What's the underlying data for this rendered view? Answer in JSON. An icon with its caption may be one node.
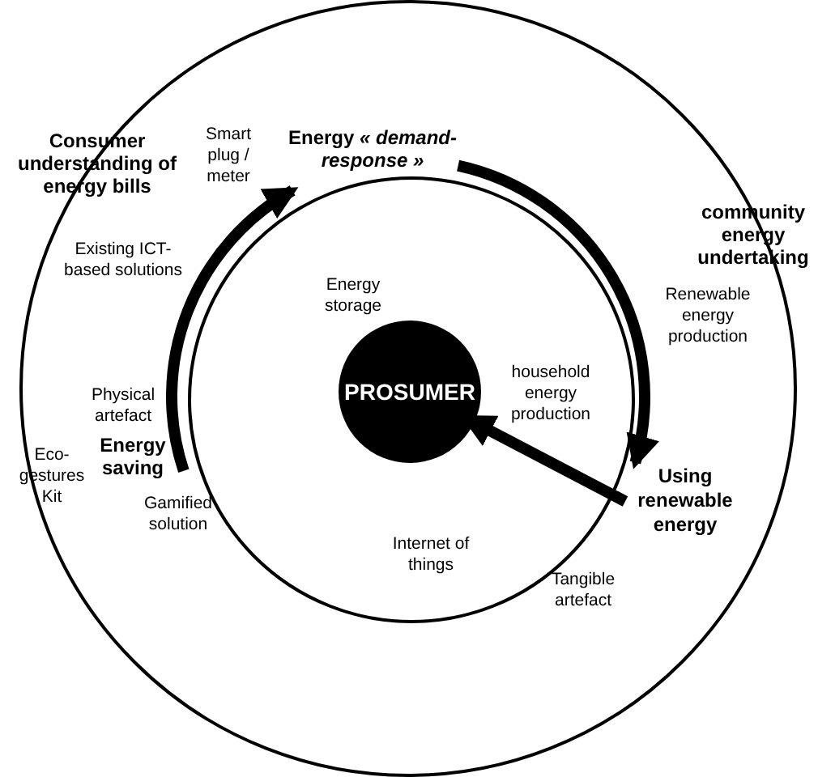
{
  "diagram": {
    "nodes": [
      {
        "text": [],
        "shape": "circle"
      },
      {
        "text": [],
        "shape": "circle",
        "in": 0
      },
      {
        "text": [
          "PROSUMER"
        ],
        "in": 1
      },
      {
        "text": [
          "Energy saving"
        ],
        "in": 0
      },
      {
        "text": [
          "Energy *« demand-response »*"
        ],
        "in": 0
      },
      {
        "text": [
          "Using renewable energy"
        ],
        "in": 0
      }
    ],
    "edges": [
      {
        "from": 3,
        "to": 4,
        "arrow": "to"
      },
      {
        "from": 4,
        "to": 5,
        "arrow": "to"
      },
      {
        "from": 5,
        "to": 2,
        "arrow": "to"
      }
    ],
    "labels": [
      "Consumer understanding of energy bills",
      "Smart plug / meter",
      "community energy undertaking",
      "Existing ICT-based solutions",
      "Energy storage",
      "Renewable energy production",
      "household energy production",
      "Physical artefact",
      "Eco-gestures Kit",
      "Gamified solution",
      "Internet of things",
      "Tangible artefact"
    ]
  }
}
